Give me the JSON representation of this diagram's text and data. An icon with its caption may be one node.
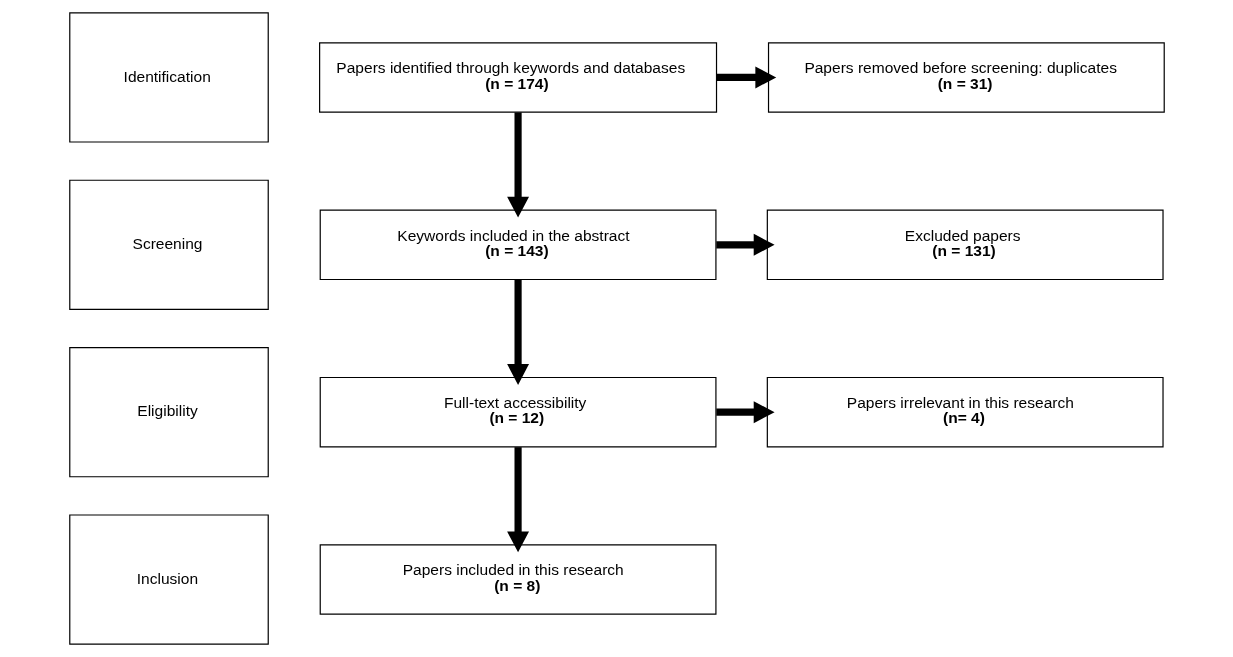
{
  "diagram": {
    "nodes": [
      {
        "text": [
          "Identification"
        ]
      },
      {
        "text": [
          "Papers identified through keywords and databases",
          "(n = 174)"
        ]
      },
      {
        "text": [
          "Papers removed before screening: duplicates",
          "(n = 31)"
        ]
      },
      {
        "text": [
          "Screening"
        ]
      },
      {
        "text": [
          "Keywords included in the abstract",
          "(n = 143)"
        ]
      },
      {
        "text": [
          "Excluded papers",
          "(n = 131)"
        ]
      },
      {
        "text": [
          "Eligibility"
        ]
      },
      {
        "text": [
          "Full-text accessibility",
          "(n = 12)"
        ]
      },
      {
        "text": [
          "Papers irrelevant in this research",
          "(n= 4)"
        ]
      },
      {
        "text": [
          "Inclusion"
        ]
      },
      {
        "text": [
          "Papers included in this research",
          "(n = 8)"
        ]
      }
    ],
    "edges": [
      {
        "from": 1,
        "to": 2,
        "arrow": "to"
      },
      {
        "from": 1,
        "to": 4,
        "arrow": "to"
      },
      {
        "from": 4,
        "to": 5,
        "arrow": "to"
      },
      {
        "from": 4,
        "to": 7,
        "arrow": "to"
      },
      {
        "from": 7,
        "to": 8,
        "arrow": "to"
      },
      {
        "from": 7,
        "to": 10,
        "arrow": "to"
      }
    ]
  }
}
